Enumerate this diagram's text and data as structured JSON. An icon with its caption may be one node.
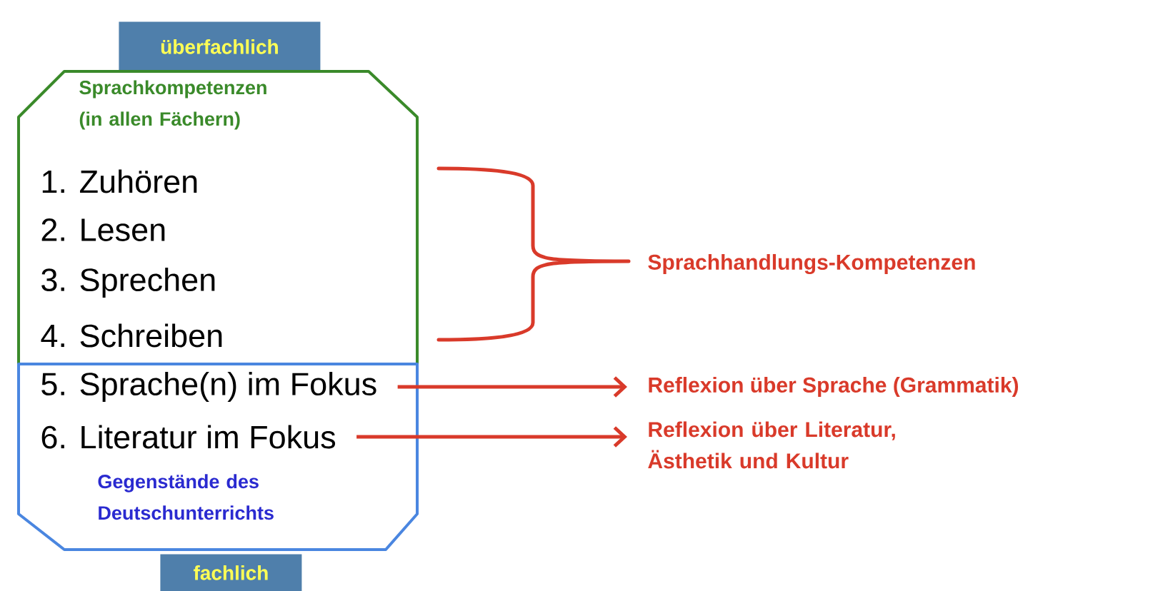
{
  "diagram": {
    "nodes": [
      {
        "text": [
          "überfachlich"
        ]
      },
      {
        "text": [
          "Sprachkompetenzen (in allen Fächern)"
        ]
      },
      {
        "text": [
          "1. Zuhören"
        ],
        "in": 1
      },
      {
        "text": [
          "2. Lesen"
        ],
        "in": 1
      },
      {
        "text": [
          "3. Sprechen"
        ],
        "in": 1
      },
      {
        "text": [
          "4. Schreiben"
        ],
        "in": 1
      },
      {
        "text": [
          "Gegenstände des Deutschunterrichts"
        ]
      },
      {
        "text": [
          "5. Sprache(n) im Fokus"
        ],
        "in": 6
      },
      {
        "text": [
          "6. Literatur im Fokus"
        ],
        "in": 6
      },
      {
        "text": [
          "fachlich"
        ]
      },
      {
        "text": [
          "Reflexion über Sprache (Grammatik)"
        ]
      },
      {
        "text": [
          "Reflexion über Literatur, Ästhetik und Kultur"
        ]
      }
    ],
    "edges": [
      {
        "from": 7,
        "to": 10,
        "arrow": "to"
      },
      {
        "from": 8,
        "to": 11,
        "arrow": "to"
      }
    ],
    "labels": [
      "Sprachhandlungs-Kompetenzen"
    ]
  }
}
